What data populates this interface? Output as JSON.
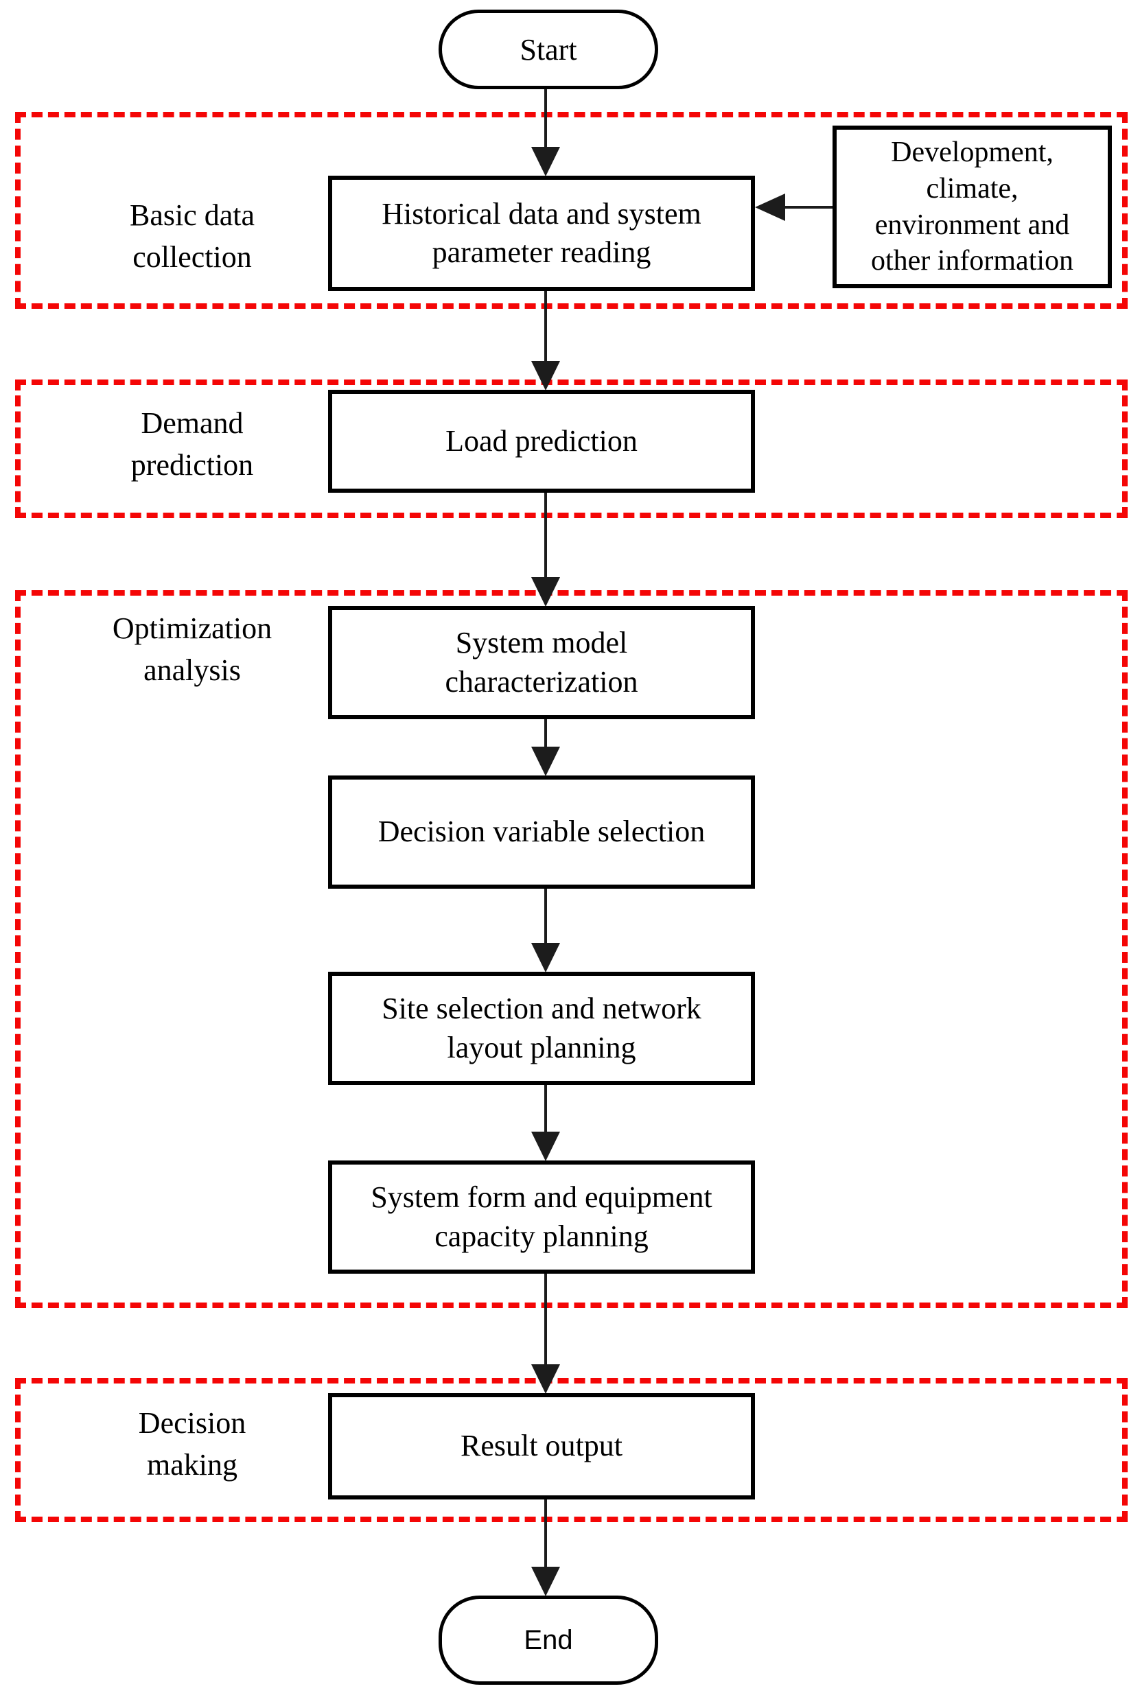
{
  "diagram": {
    "type": "flowchart",
    "start_label": "Start",
    "end_label": "End",
    "sections": [
      {
        "id": "basic-data-collection",
        "label": "Basic data\ncollection"
      },
      {
        "id": "demand-prediction",
        "label": "Demand\nprediction"
      },
      {
        "id": "optimization-analysis",
        "label": "Optimization\nanalysis"
      },
      {
        "id": "decision-making",
        "label": "Decision\nmaking"
      }
    ],
    "nodes": {
      "historical": "Historical data and system\nparameter reading",
      "development": "Development,\nclimate,\nenvironment and\nother information",
      "load": "Load prediction",
      "system_model": "System model\ncharacterization",
      "decision_variable": "Decision variable selection",
      "site_selection": "Site selection and network\nlayout planning",
      "system_form": "System form and equipment\ncapacity planning",
      "result": "Result output"
    },
    "edges": [
      "start -> historical",
      "development -> historical",
      "historical -> load",
      "load -> system_model",
      "system_model -> decision_variable",
      "decision_variable -> site_selection",
      "site_selection -> system_form",
      "system_form -> result",
      "result -> end"
    ],
    "colors": {
      "section_border": "#f40606",
      "node_border": "#000000",
      "arrow": "#1c1c1c",
      "text": "#000000",
      "background": "#ffffff"
    }
  }
}
